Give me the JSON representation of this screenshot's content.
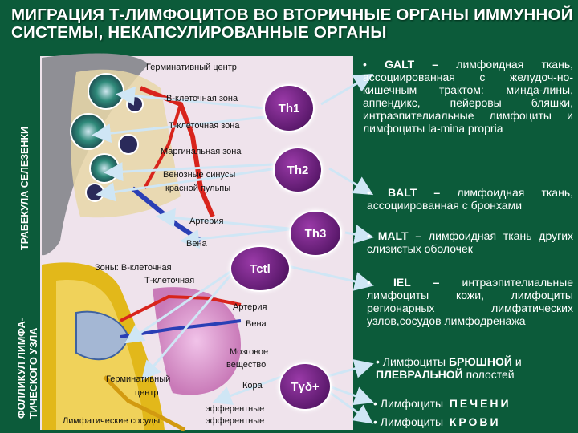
{
  "title": "МИГРАЦИЯ Т-ЛИМФОЦИТОВ ВО ВТОРИЧНЫЕ ОРГАНЫ ИММУННОЙ СИСТЕМЫ, НЕКАПСУЛИРОВАННЫЕ ОРГАНЫ",
  "side_labels": {
    "spleen": "ТРАБЕКУЛА СЕЛЕЗЕНКИ",
    "node_line1": "ФОЛЛИКУЛ ЛИМФА-",
    "node_line2": "ТИЧЕСКОГО УЗЛА"
  },
  "spleen_labels": {
    "germinal_center": "Герминативный центр",
    "b_zone": "В-клеточная зона",
    "t_zone": "Т-клеточная зона",
    "marginal_zone": "Маргинальная зона",
    "venous_sinuses_1": "Венозные синусы",
    "venous_sinuses_2": "красной пульпы",
    "artery": "Артерия",
    "vein": "Вена"
  },
  "node_labels": {
    "zones_1": "Зоны: В-клеточная",
    "zones_2": "Т-клеточная",
    "artery": "Артерия",
    "vein": "Вена",
    "medulla_1": "Мозговое",
    "medulla_2": "вещество",
    "cortex": "Кора",
    "germinal_1": "Герминативный",
    "germinal_2": "центр",
    "efferent_1": "эфферентные",
    "lymph_vessels": "Лимфатические сосуды:",
    "efferent_2": "эфферентные"
  },
  "cells": {
    "th1": "Th1",
    "th2": "Th2",
    "th3": "Th3",
    "tctl": "Tctl",
    "tgd": "Tγδ+"
  },
  "bullets": {
    "galt_term": "GALT –",
    "galt_text": "лимфоидная ткань, ассоциированная с желудоч-но-кишечным трактом: минда-лины, аппендикс, пейеровы бляшки, интраэпителиальные лимфоциты и лимфоциты la-mina propria",
    "balt_term": "BALT –",
    "balt_text": "лимфоидная ткань, ассоциированная с бронхами",
    "malt_term": "MALT –",
    "malt_text": "лимфоидная ткань других слизистых оболочек",
    "iel_term": "IEL –",
    "iel_text": "интраэпителиальные лимфоциты кожи, лимфоциты регионарных лимфатических узлов,сосудов лимфодренажа",
    "cavity_prefix": "Лимфоциты",
    "cavity_term1": "БРЮШНОЙ",
    "cavity_mid": "и",
    "cavity_term2": "ПЛЕВРАЛЬНОЙ",
    "cavity_suffix": "полостей",
    "liver_prefix": "Лимфоциты",
    "liver_term": "ПЕЧЕНИ",
    "blood_prefix": "Лимфоциты",
    "blood_term": "КРОВИ",
    "bullet_char": "•"
  },
  "colors": {
    "background": "#0c5b3a",
    "diagram_panel": "#efe3ec",
    "arrow": "#cfe6f5",
    "cell": "#6a1f7a",
    "artery": "#d8241c",
    "vein": "#2a3fb5",
    "node_yellow": "#e2b81a"
  }
}
